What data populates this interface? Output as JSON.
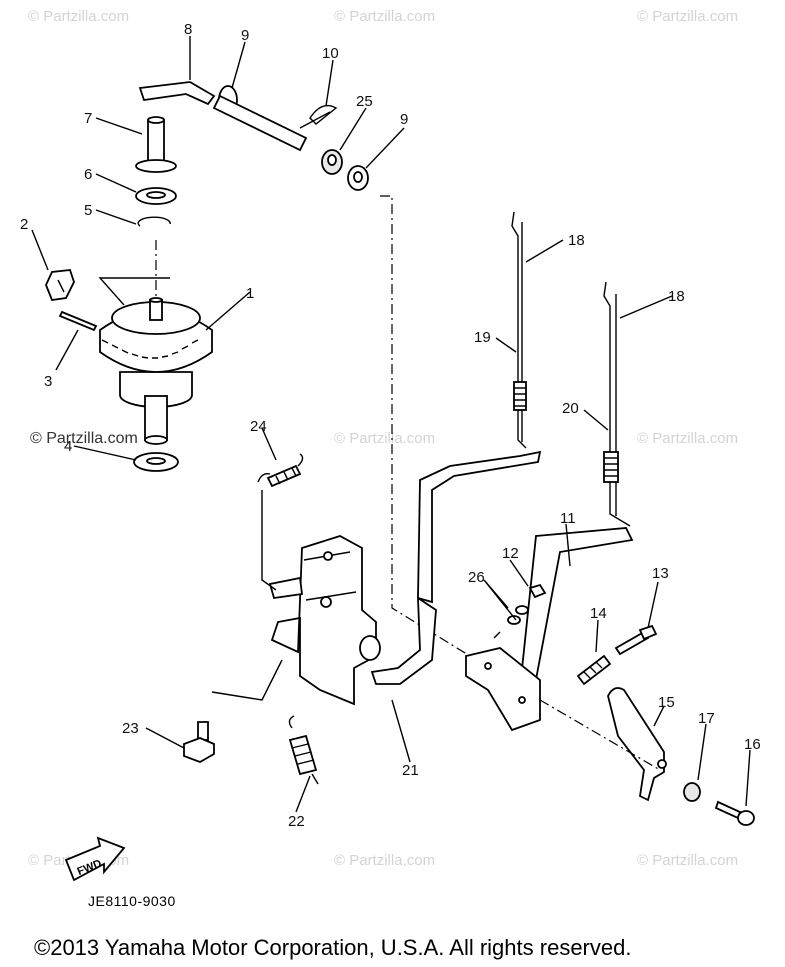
{
  "watermarks": [
    "© Partzilla.com",
    "© Partzilla.com",
    "© Partzilla.com",
    "© Partzilla.com",
    "© Partzilla.com",
    "© Partzilla.com",
    "© Partzilla.com",
    "© Partzilla.com",
    "© Partzilla.com"
  ],
  "watermark_highlight": "© Partzilla.com",
  "callouts": {
    "c1": "1",
    "c2": "2",
    "c3": "3",
    "c4": "4",
    "c5": "5",
    "c6": "6",
    "c7": "7",
    "c8": "8",
    "c9a": "9",
    "c9b": "9",
    "c10": "10",
    "c11": "11",
    "c12": "12",
    "c13": "13",
    "c14": "14",
    "c15": "15",
    "c16": "16",
    "c17": "17",
    "c18a": "18",
    "c18b": "18",
    "c19": "19",
    "c20": "20",
    "c21": "21",
    "c22": "22",
    "c23": "23",
    "c24": "24",
    "c25": "25",
    "c26": "26"
  },
  "fwd_label": "FWD",
  "diagram_code": "JE8110-9030",
  "copyright": "©2013 Yamaha Motor Corporation, U.S.A. All rights reserved."
}
